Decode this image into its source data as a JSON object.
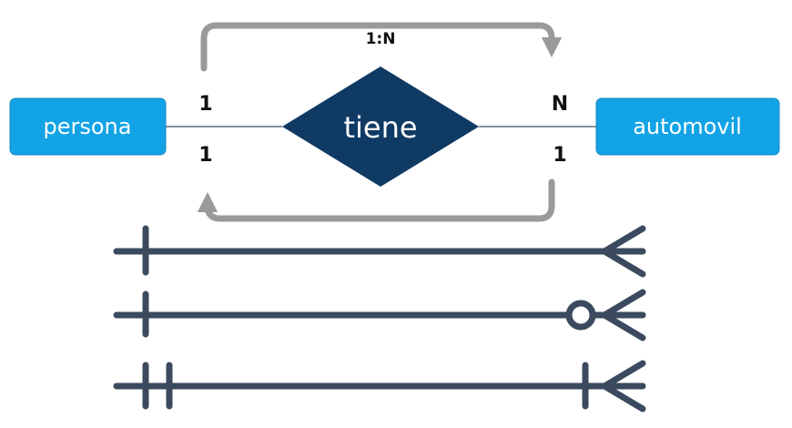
{
  "entities": {
    "left": "persona",
    "right": "automovil"
  },
  "relationship": {
    "label": "tiene",
    "ratio": "1:N"
  },
  "cardinality": {
    "left_top": "1",
    "left_bottom": "1",
    "right_top": "N",
    "right_bottom": "1"
  },
  "notation_lines": [
    {
      "left_end": "one",
      "right_end": "many"
    },
    {
      "left_end": "one",
      "right_end": "zero-or-many"
    },
    {
      "left_end": "one-and-only-one",
      "right_end": "one-or-many"
    }
  ],
  "colors": {
    "entity_fill": "#12a3e6",
    "relationship_fill": "#0f3a64",
    "arrow_gray": "#9a9a9a",
    "notation_line": "#3b4a5e",
    "connector": "#5f6b7a"
  }
}
